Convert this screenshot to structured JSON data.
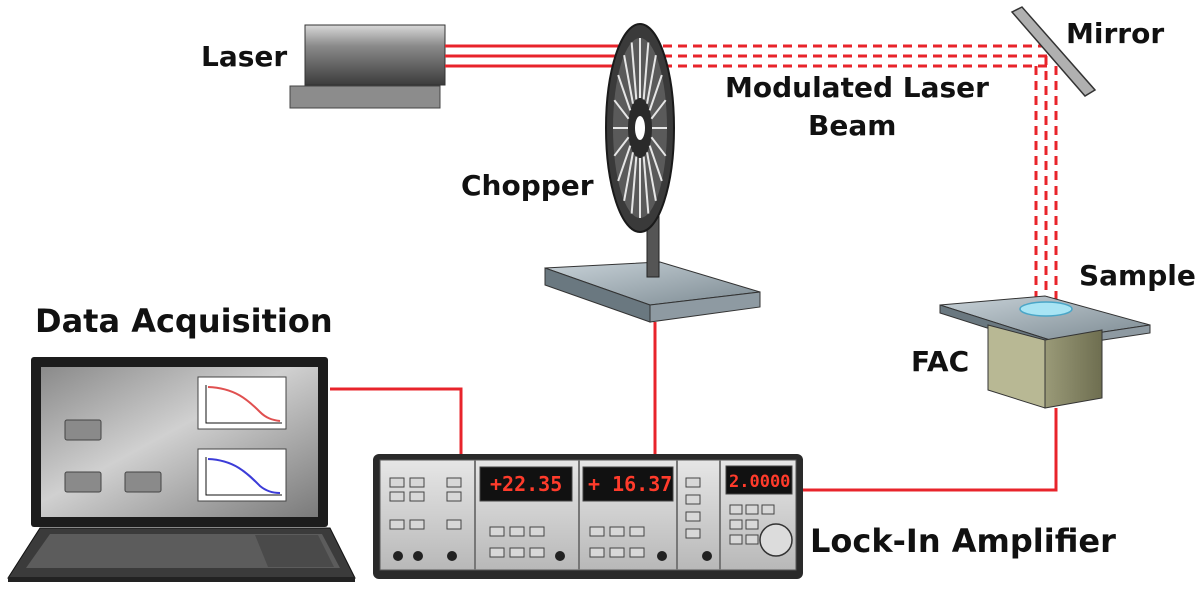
{
  "labels": {
    "laser": "Laser",
    "mirror": "Mirror",
    "modulated_line1": "Modulated Laser",
    "modulated_line2": "Beam",
    "chopper": "Chopper",
    "sample": "Sample",
    "fac": "FAC",
    "data_acquisition": "Data Acquisition",
    "lock_in_amplifier": "Lock-In Amplifier"
  },
  "lockin_displays": {
    "channel1": "+22.35",
    "channel2": "+ 16.37",
    "reference": "2.0000"
  },
  "colors": {
    "beam": "#e8242b",
    "wire": "#e8242b",
    "plot1": "#e05050",
    "plot2": "#3c3cd8",
    "display_text": "#ff3b2b"
  },
  "icons": [
    "laser-icon",
    "chopper-wheel-icon",
    "mirror-icon",
    "sample-stage-icon",
    "laptop-icon",
    "lock-in-amplifier-icon"
  ]
}
